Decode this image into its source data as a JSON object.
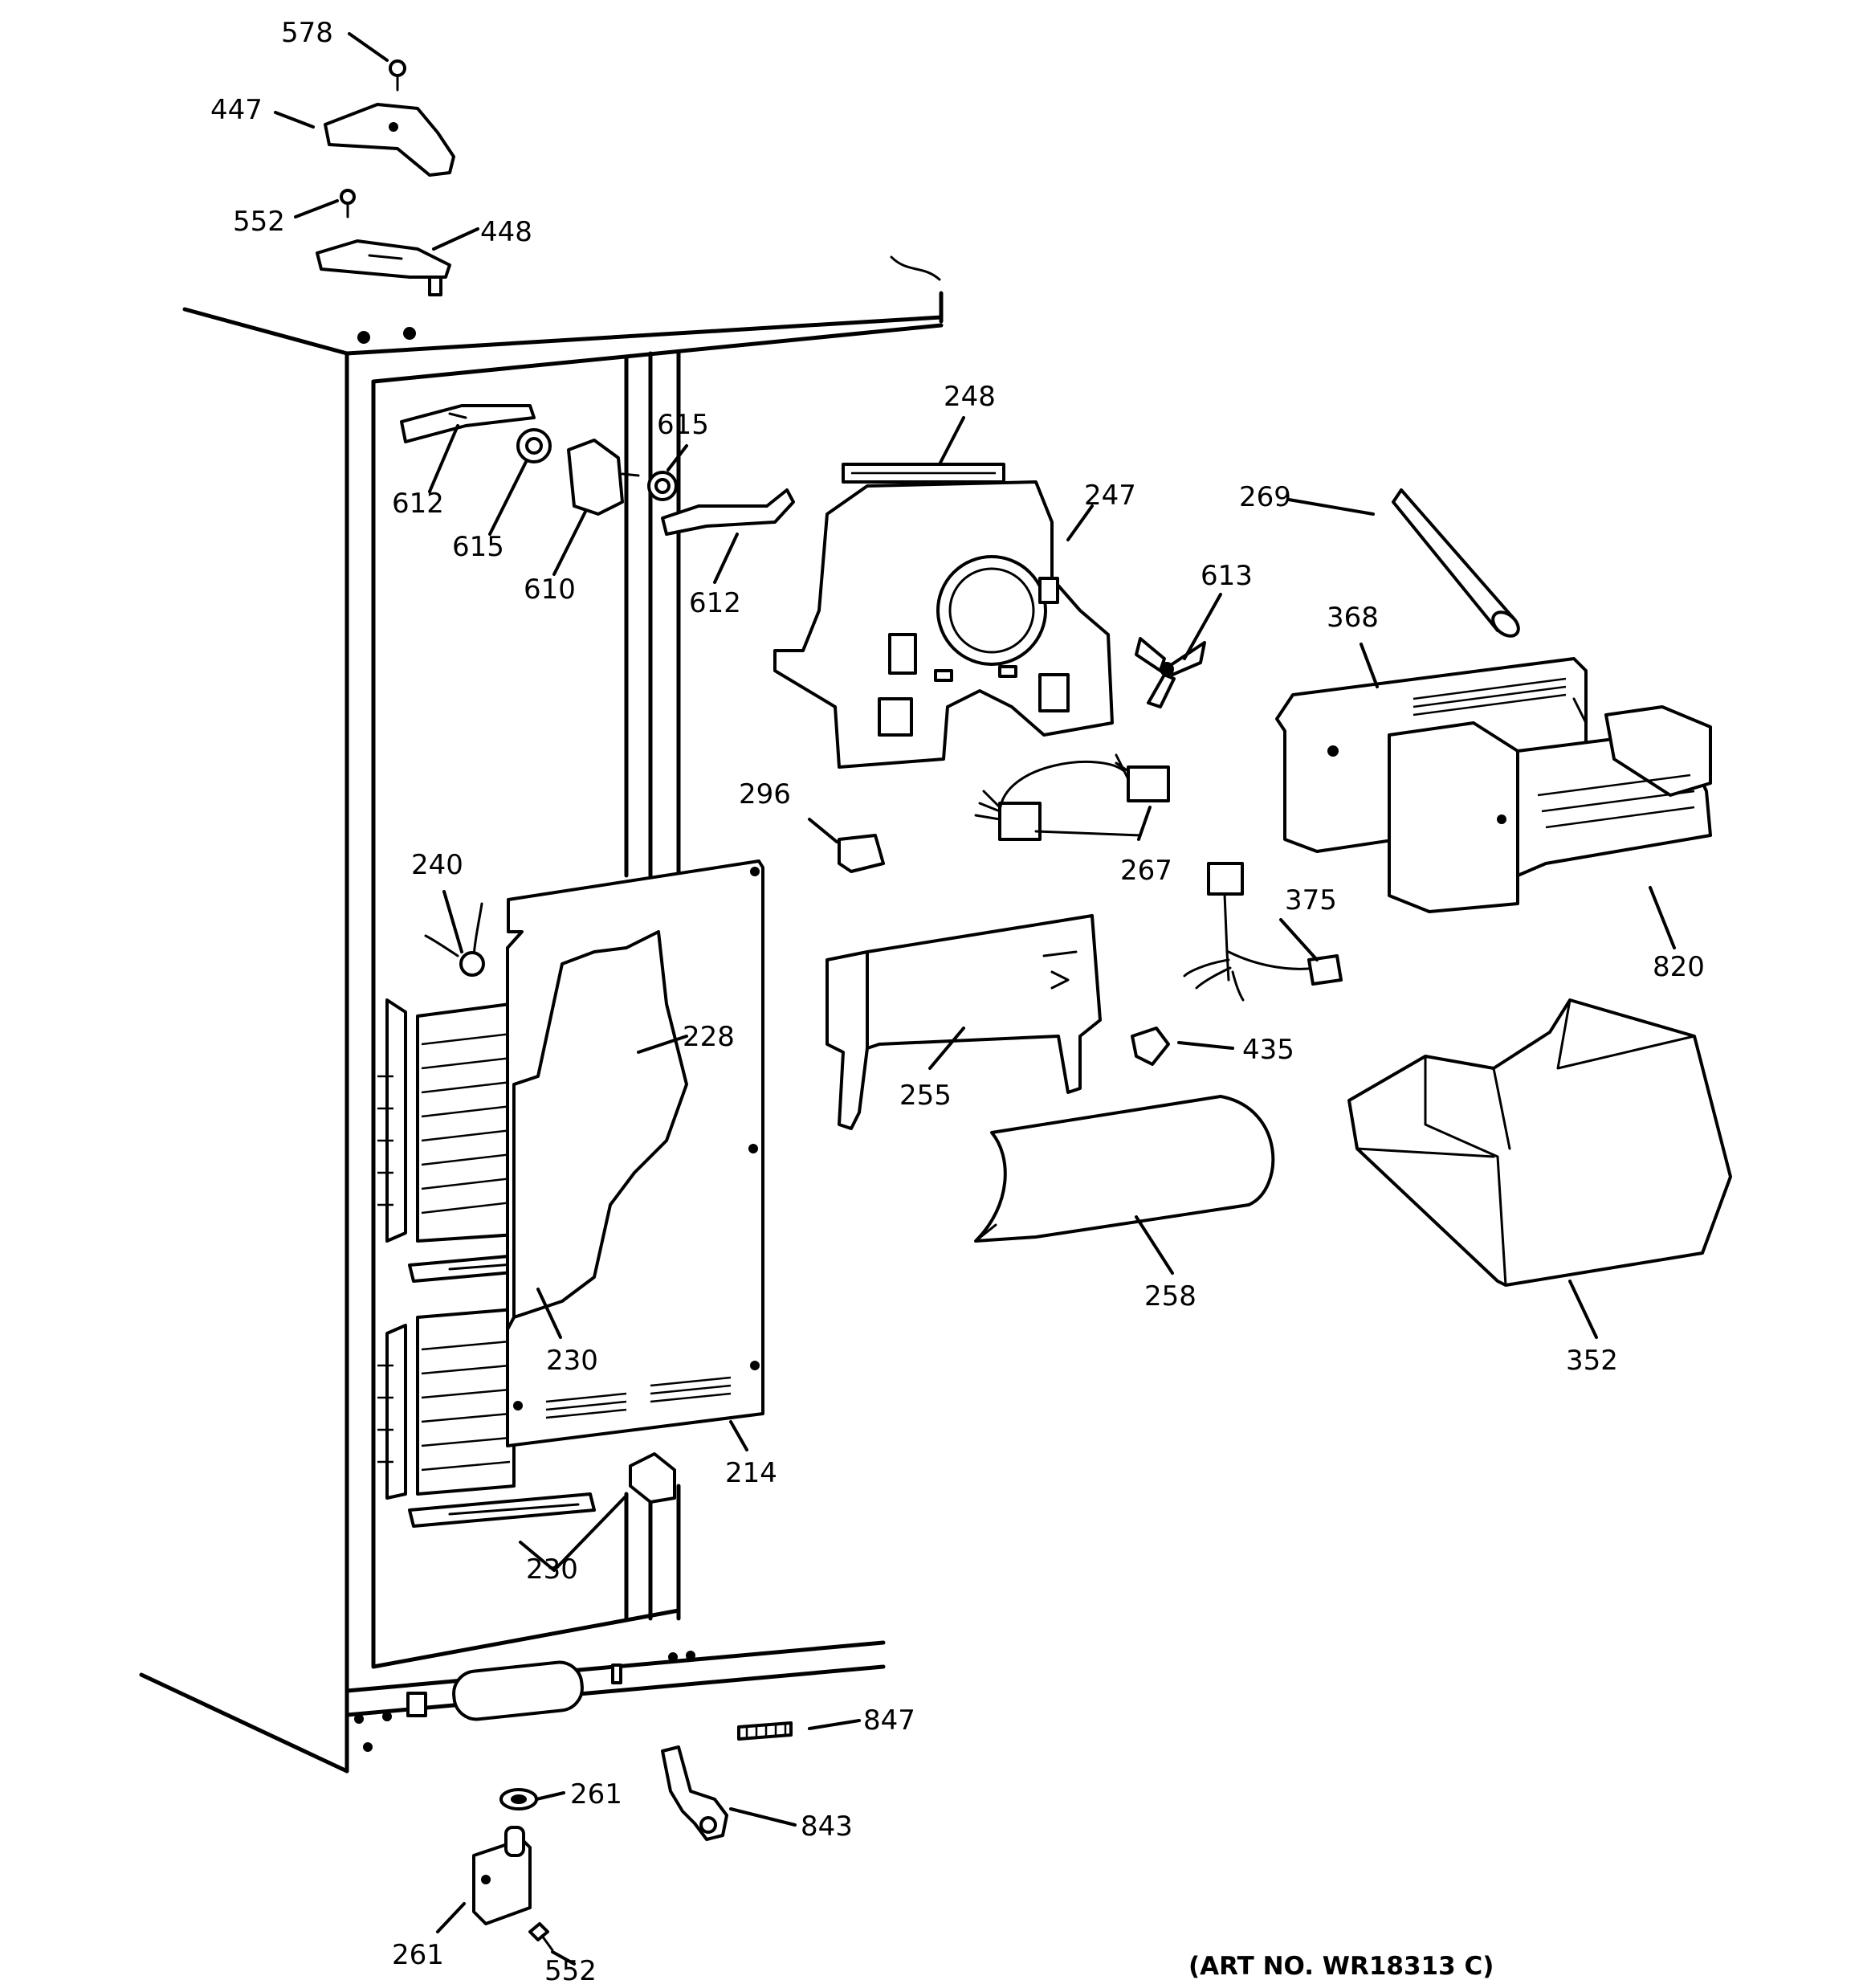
{
  "art_number": "(ART NO. WR18313 C)",
  "callouts": [
    {
      "id": "578"
    },
    {
      "id": "447"
    },
    {
      "id": "552"
    },
    {
      "id": "448"
    },
    {
      "id": "612"
    },
    {
      "id": "615"
    },
    {
      "id": "615"
    },
    {
      "id": "610"
    },
    {
      "id": "612"
    },
    {
      "id": "248"
    },
    {
      "id": "247"
    },
    {
      "id": "269"
    },
    {
      "id": "613"
    },
    {
      "id": "368"
    },
    {
      "id": "296"
    },
    {
      "id": "267"
    },
    {
      "id": "240"
    },
    {
      "id": "375"
    },
    {
      "id": "820"
    },
    {
      "id": "228"
    },
    {
      "id": "255"
    },
    {
      "id": "435"
    },
    {
      "id": "258"
    },
    {
      "id": "352"
    },
    {
      "id": "230"
    },
    {
      "id": "214"
    },
    {
      "id": "230"
    },
    {
      "id": "847"
    },
    {
      "id": "261"
    },
    {
      "id": "843"
    },
    {
      "id": "261"
    },
    {
      "id": "552"
    }
  ]
}
